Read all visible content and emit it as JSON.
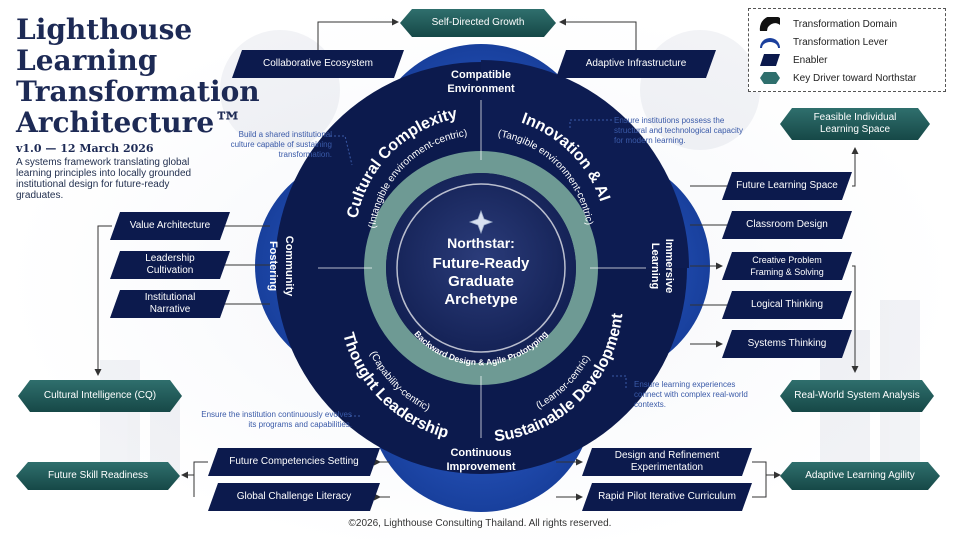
{
  "header": {
    "title": "Lighthouse Learning Transformation Architecture™",
    "version": "v1.0 — 12 March 2026",
    "subtitle": "A systems framework translating global learning principles into locally grounded institutional design for future-ready graduates."
  },
  "legend": {
    "domain": "Transformation Domain",
    "lever": "Transformation Lever",
    "enabler": "Enabler",
    "driver": "Key Driver toward Northstar"
  },
  "center": {
    "northstar_label": "Northstar:",
    "line1": "Future-Ready",
    "line2": "Graduate",
    "line3": "Archetype",
    "ring_text": "Backward Design & Agile Prototyping"
  },
  "domains": {
    "cultural": {
      "title": "Cultural Complexity",
      "sub": "(Intangible environment-centric)"
    },
    "innovation": {
      "title": "Innovation & AI",
      "sub": "(Tangible environment-centric)"
    },
    "thought": {
      "title": "Thought Leadership",
      "sub": "(Capability-centric)"
    },
    "sustainable": {
      "title": "Sustainable Development",
      "sub": "(Learner-centric)"
    }
  },
  "levers": {
    "top": {
      "line1": "Compatible",
      "line2": "Environment"
    },
    "left": {
      "line1": "Community",
      "line2": "Fostering"
    },
    "right": {
      "line1": "Immersive",
      "line2": "Learning"
    },
    "bottom": {
      "line1": "Continuous",
      "line2": "Improvement"
    }
  },
  "enablers": {
    "collaborative": "Collaborative Ecosystem",
    "adaptive_infra": "Adaptive Infrastructure",
    "value_arch": "Value Architecture",
    "leadership": "Leadership Cultivation",
    "narrative": "Institutional Narrative",
    "future_learning": "Future Learning Space",
    "classroom": "Classroom Design",
    "creative": "Creative Problem Framing & Solving",
    "logical": "Logical Thinking",
    "systems": "Systems Thinking",
    "competencies": "Future Competencies Setting",
    "global": "Global Challenge Literacy",
    "design_ref": "Design and Refinement Experimentation",
    "rapid": "Rapid Pilot Iterative Curriculum"
  },
  "drivers": {
    "self_directed": "Self-Directed Growth",
    "feasible": "Feasible Individual Learning Space",
    "cultural_intel": "Cultural Intelligence (CQ)",
    "real_world": "Real-World System Analysis",
    "future_skill": "Future Skill Readiness",
    "adaptive_agility": "Adaptive Learning Agility"
  },
  "notes": {
    "culture": "Build a shared institutional culture capable of sustaining transformation.",
    "infra": "Ensure institutions possess the structural and technological capacity for modern learning.",
    "evolve": "Ensure the institution continuously evolves its programs and capabilities.",
    "experiences": "Ensure learning experiences connect with complex real-world contexts."
  },
  "footer": "©2026, Lighthouse Consulting Thailand. All rights reserved.",
  "colors": {
    "navy": "#0c1a4d",
    "royal": "#1b3f9c",
    "teal": "#2f6f6d",
    "ring": "#6e9a94"
  }
}
